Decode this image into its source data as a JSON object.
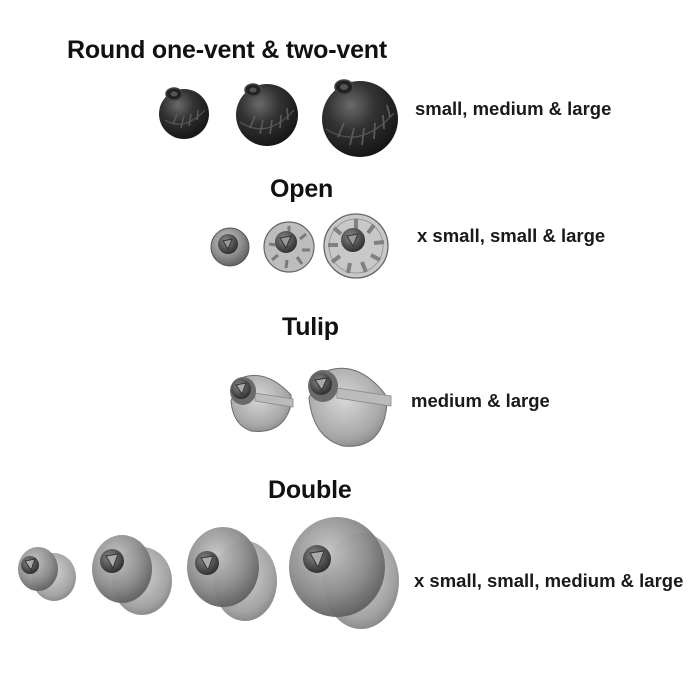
{
  "sections": {
    "round": {
      "title": "Round one-vent & two-vent",
      "caption": "small, medium & large",
      "sizes": [
        "small",
        "medium",
        "large"
      ]
    },
    "open": {
      "title": "Open",
      "caption": "x small, small & large",
      "sizes": [
        "x small",
        "small",
        "large"
      ]
    },
    "tulip": {
      "title": "Tulip",
      "caption": "medium & large",
      "sizes": [
        "medium",
        "large"
      ]
    },
    "double": {
      "title": "Double",
      "caption": "x small, small, medium & large",
      "sizes": [
        "x small",
        "small",
        "medium",
        "large"
      ]
    }
  },
  "colors": {
    "background": "#ffffff",
    "text": "#111111",
    "round_dome": "#2e2e2e",
    "translucent_dome": "#8a8a8a"
  }
}
